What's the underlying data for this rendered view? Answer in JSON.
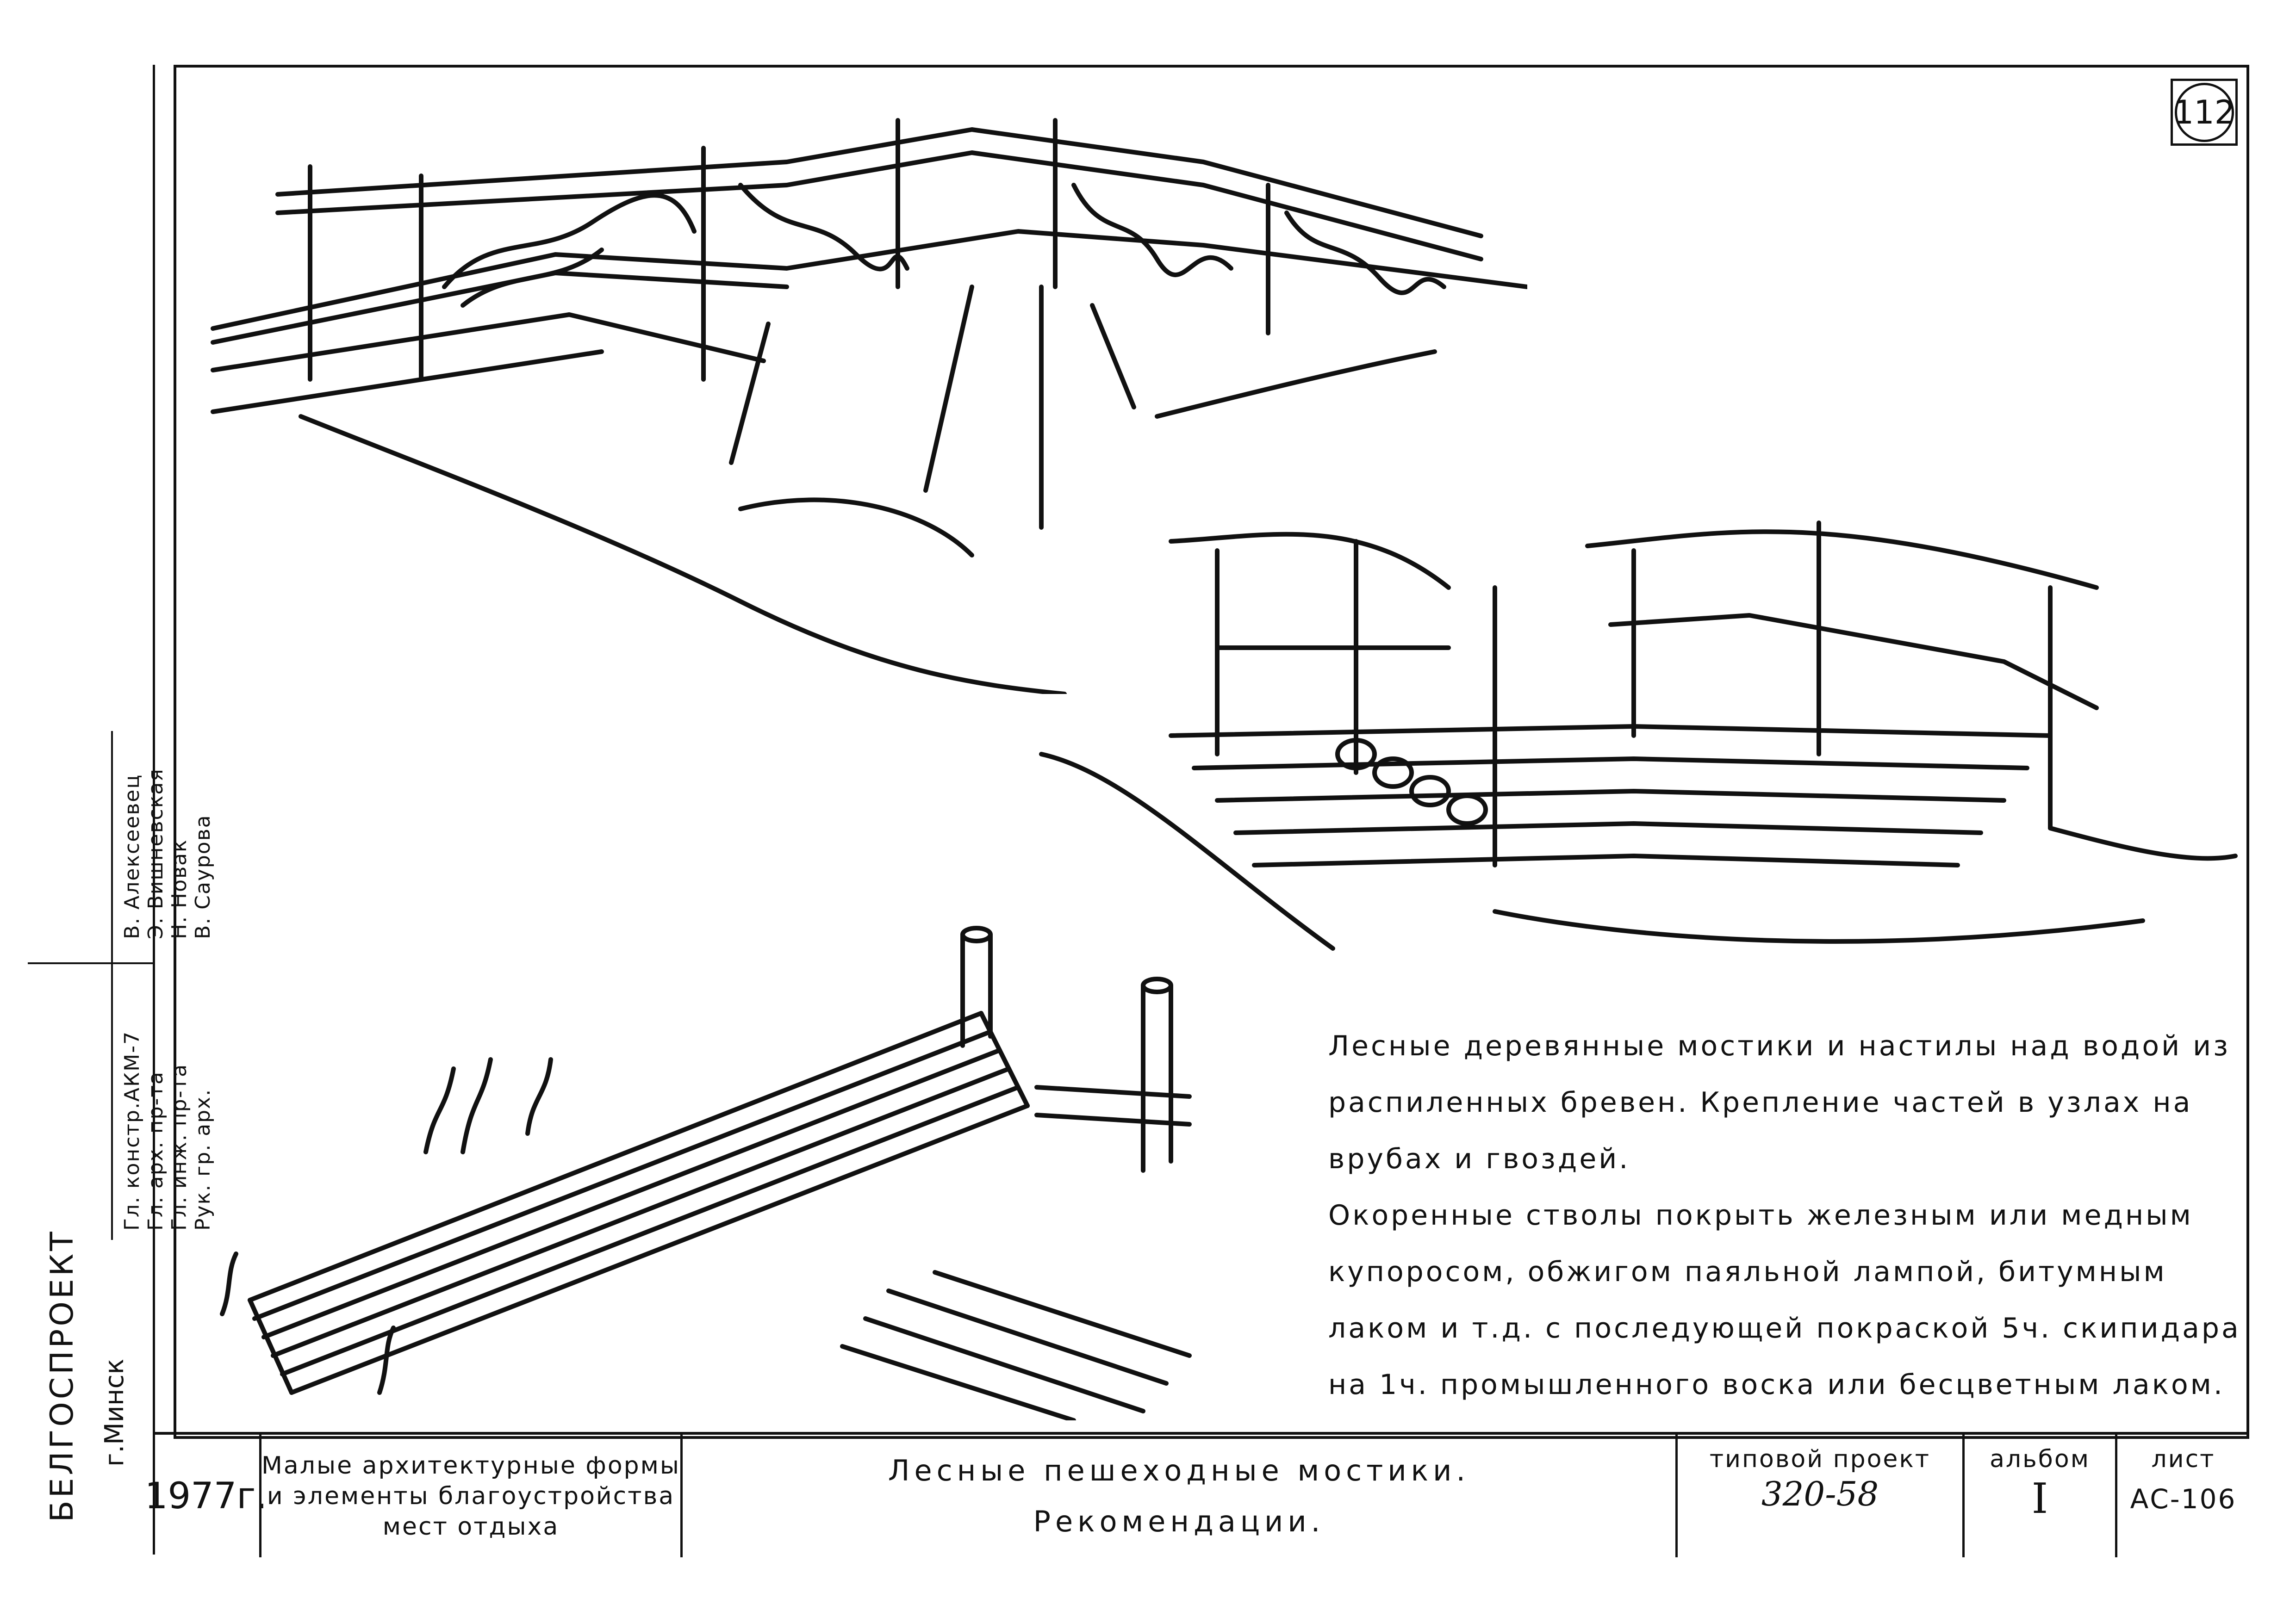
{
  "sheet_number": "112",
  "description": {
    "paragraph1": "Лесные деревянные мостики и настилы над водой из распиленных бревен. Крепление частей в узлах на врубах и гвоздей.",
    "paragraph2": "Окоренные стволы покрыть железным или медным купоросом, обжигом паяльной лампой, битумным лаком и т.д. с последующей покраской 5ч. скипидара на 1ч. промышленного воска или бесцветным лаком."
  },
  "title_block": {
    "year": "1977г.",
    "category_line1": "Малые архитектурные формы",
    "category_line2": "и элементы благоустройства",
    "category_line3": "мест отдыха",
    "title_line1": "Лесные пешеходные мостики.",
    "title_line2": "Рекомендации.",
    "project_label": "типовой проект",
    "project_value": "320-58",
    "album_label": "альбом",
    "album_value": "I",
    "sheet_label": "лист",
    "sheet_value": "АС-106"
  },
  "organization": {
    "name": "БЕЛГОСПРОЕКТ",
    "city": "г.Минск"
  },
  "stamp": {
    "roles": [
      "Гл. констр.АКМ-7",
      "Гл. арх. пр-та",
      "Гл. инж. пр-та",
      "Рук. гр. арх."
    ],
    "names": [
      "В. Алексеевец",
      "Э. Вишневская",
      "Н. Новак",
      "В. Саурова"
    ]
  }
}
